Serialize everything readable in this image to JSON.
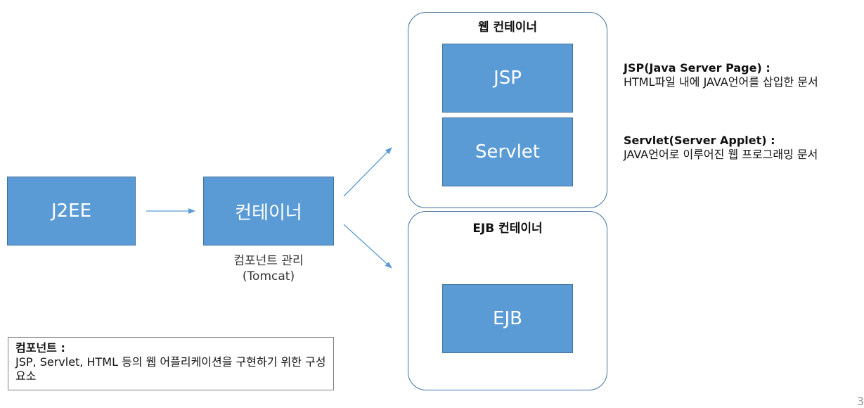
{
  "nodes": {
    "j2ee": "J2EE",
    "container": "컨테이너",
    "jsp": "JSP",
    "servlet": "Servlet",
    "ejb": "EJB"
  },
  "containers": {
    "web_title": "웹 컨테이너",
    "ejb_title": "EJB 컨테이너"
  },
  "container_caption": {
    "line1": "컴포넌트 관리",
    "line2": "(Tomcat)"
  },
  "descriptions": {
    "jsp_term": "JSP(Java Server Page) :",
    "jsp_text": "HTML파일 내에 JAVA언어를 삽입한 문서",
    "servlet_term": "Servlet(Server Applet) :",
    "servlet_text": "JAVA언어로 이루어진 웹 프로그래밍 문서"
  },
  "component_note": {
    "term": "컴포넌트 :",
    "text": "JSP, Servlet, HTML 등의 웹 어플리케이션을 구현하기 위한 구성요소"
  },
  "page_number": "3",
  "colors": {
    "box_fill": "#5b9bd5",
    "box_border": "#41719c",
    "arrow": "#5b9bd5"
  }
}
